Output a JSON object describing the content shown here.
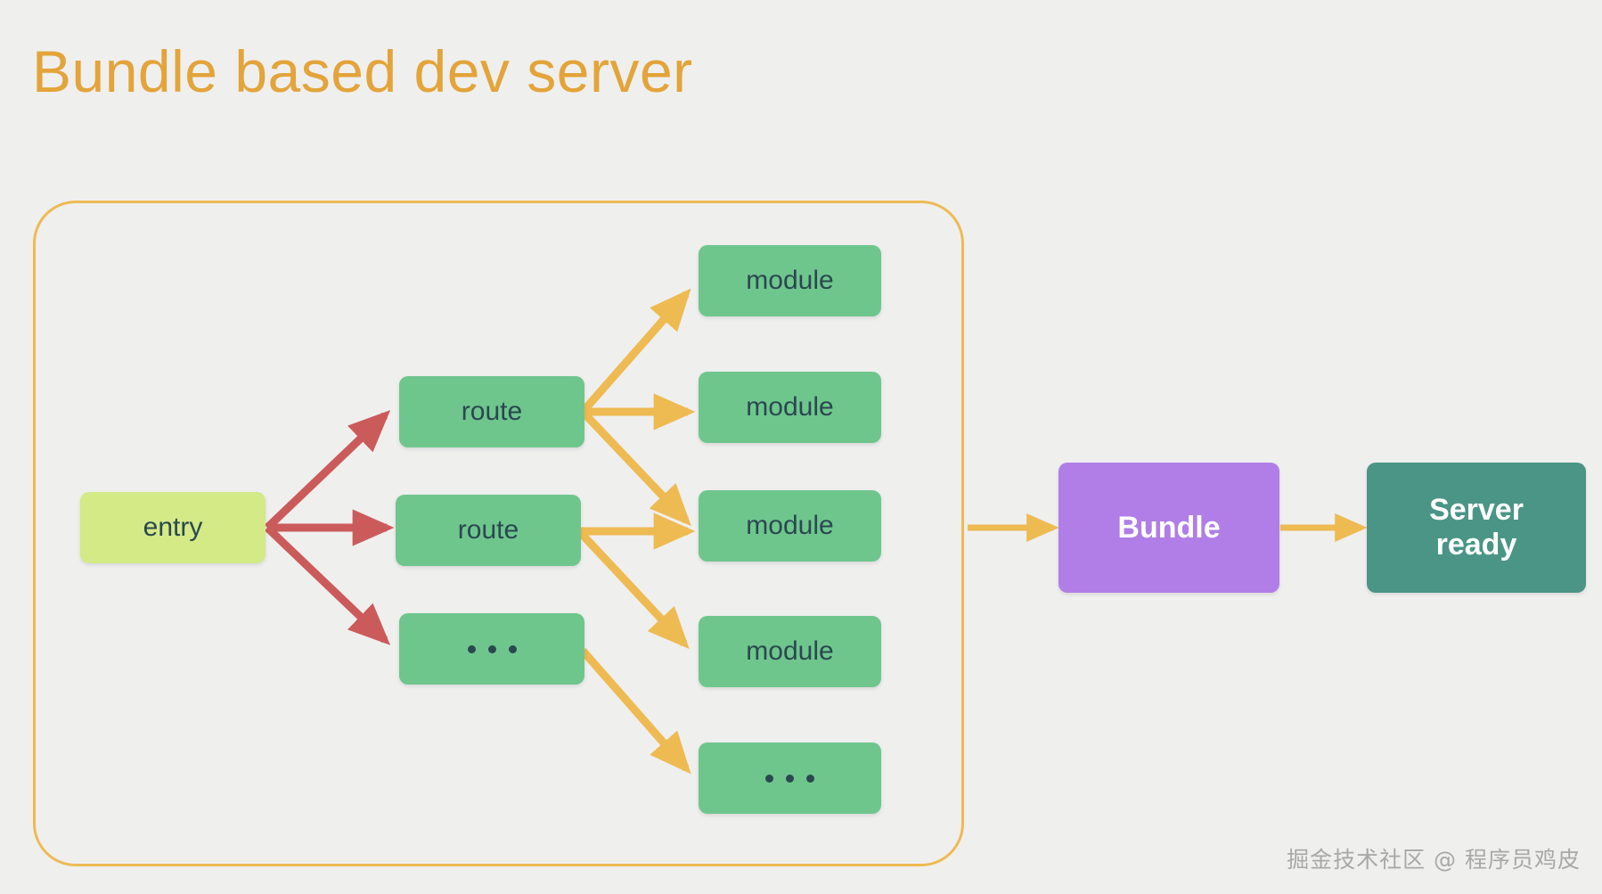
{
  "title": "Bundle based dev server",
  "colors": {
    "background": "#efefee",
    "title": "#e3a43a",
    "scope_border": "#eeba52",
    "entry_fill": "#d3ea86",
    "node_fill": "#6ec68d",
    "node_text": "#2b4750",
    "bundle_fill": "#b07ee6",
    "server_fill": "#4a9586",
    "red_arrow": "#cb5b5b",
    "yellow_arrow": "#eeba52",
    "watermark": "#a8a8a8"
  },
  "scope": {
    "label": "bundle-scope-container"
  },
  "nodes": {
    "entry": {
      "label": "entry"
    },
    "routes": [
      {
        "label": "route"
      },
      {
        "label": "route"
      },
      {
        "label": "..."
      }
    ],
    "modules": [
      {
        "label": "module"
      },
      {
        "label": "module"
      },
      {
        "label": "module"
      },
      {
        "label": "module"
      },
      {
        "label": "..."
      }
    ],
    "bundle": {
      "label": "Bundle"
    },
    "server": {
      "line1": "Server",
      "line2": "ready"
    }
  },
  "edges": [
    {
      "from": "entry",
      "to": "route-1",
      "color": "#cb5b5b"
    },
    {
      "from": "entry",
      "to": "route-2",
      "color": "#cb5b5b"
    },
    {
      "from": "entry",
      "to": "route-3",
      "color": "#cb5b5b"
    },
    {
      "from": "route-1",
      "to": "module-1",
      "color": "#eeba52"
    },
    {
      "from": "route-1",
      "to": "module-2",
      "color": "#eeba52"
    },
    {
      "from": "route-1",
      "to": "module-3",
      "color": "#eeba52"
    },
    {
      "from": "route-2",
      "to": "module-3",
      "color": "#eeba52"
    },
    {
      "from": "route-2",
      "to": "module-4",
      "color": "#eeba52"
    },
    {
      "from": "route-3",
      "to": "module-5",
      "color": "#eeba52"
    },
    {
      "from": "bundle-scope",
      "to": "bundle",
      "color": "#eeba52"
    },
    {
      "from": "bundle",
      "to": "server",
      "color": "#eeba52"
    }
  ],
  "watermark": "掘金技术社区 @ 程序员鸡皮"
}
